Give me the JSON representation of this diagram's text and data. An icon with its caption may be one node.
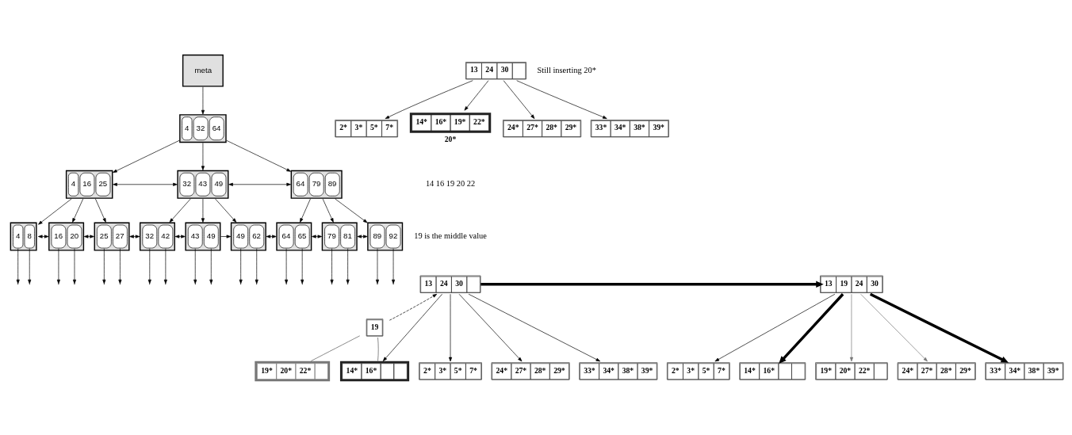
{
  "diagram": {
    "nodes": [
      {
        "text": [
          "meta"
        ]
      },
      {
        "text": [
          "4",
          "32",
          "64"
        ]
      },
      {
        "text": [
          "4",
          "16",
          "25"
        ]
      },
      {
        "text": [
          "32",
          "43",
          "49"
        ]
      },
      {
        "text": [
          "64",
          "79",
          "89"
        ]
      },
      {
        "text": [
          "4",
          "8"
        ]
      },
      {
        "text": [
          "16",
          "20"
        ]
      },
      {
        "text": [
          "25",
          "27"
        ]
      },
      {
        "text": [
          "32",
          "42"
        ]
      },
      {
        "text": [
          "43",
          "49"
        ]
      },
      {
        "text": [
          "49",
          "62"
        ]
      },
      {
        "text": [
          "64",
          "65"
        ]
      },
      {
        "text": [
          "79",
          "81"
        ]
      },
      {
        "text": [
          "89",
          "92"
        ]
      },
      {
        "text": [
          "13",
          "24",
          "30"
        ]
      },
      {
        "text": [
          "2*",
          "3*",
          "5*",
          "7*"
        ]
      },
      {
        "text": [
          "14*",
          "16*",
          "19*",
          "22*"
        ],
        "beside": [
          "20*"
        ]
      },
      {
        "text": [
          "24*",
          "27*",
          "28*",
          "29*"
        ]
      },
      {
        "text": [
          "33*",
          "34*",
          "38*",
          "39*"
        ]
      },
      {
        "text": [
          "13",
          "24",
          "30"
        ]
      },
      {
        "text": [
          "19"
        ]
      },
      {
        "text": [
          "2*",
          "3*",
          "5*",
          "7*"
        ]
      },
      {
        "text": [
          "14*",
          "16*"
        ]
      },
      {
        "text": [
          "19*",
          "20*",
          "22*"
        ]
      },
      {
        "text": [
          "24*",
          "27*",
          "28*",
          "29*"
        ]
      },
      {
        "text": [
          "33*",
          "34*",
          "38*",
          "39*"
        ]
      },
      {
        "text": [
          "13",
          "19",
          "24",
          "30"
        ]
      },
      {
        "text": [
          "2*",
          "3*",
          "5*",
          "7*"
        ]
      },
      {
        "text": [
          "14*",
          "16*"
        ]
      },
      {
        "text": [
          "19*",
          "20*",
          "22*"
        ]
      },
      {
        "text": [
          "24*",
          "27*",
          "28*",
          "29*"
        ]
      },
      {
        "text": [
          "33*",
          "34*",
          "38*",
          "39*"
        ]
      }
    ],
    "edges": [
      {
        "from": 0,
        "to": 1,
        "arrow": "to"
      },
      {
        "from": 1,
        "to": 2,
        "arrow": "to"
      },
      {
        "from": 1,
        "to": 3,
        "arrow": "to"
      },
      {
        "from": 1,
        "to": 4,
        "arrow": "to"
      },
      {
        "from": 2,
        "to": 3,
        "arrow": "both"
      },
      {
        "from": 3,
        "to": 4,
        "arrow": "both"
      },
      {
        "from": 2,
        "to": 5,
        "arrow": "to"
      },
      {
        "from": 2,
        "to": 6,
        "arrow": "to"
      },
      {
        "from": 2,
        "to": 7,
        "arrow": "to"
      },
      {
        "from": 3,
        "to": 8,
        "arrow": "to"
      },
      {
        "from": 3,
        "to": 9,
        "arrow": "to"
      },
      {
        "from": 3,
        "to": 10,
        "arrow": "to"
      },
      {
        "from": 4,
        "to": 11,
        "arrow": "to"
      },
      {
        "from": 4,
        "to": 12,
        "arrow": "to"
      },
      {
        "from": 4,
        "to": 13,
        "arrow": "to"
      },
      {
        "from": 5,
        "to": 6,
        "arrow": "both"
      },
      {
        "from": 6,
        "to": 7,
        "arrow": "both"
      },
      {
        "from": 7,
        "to": 8,
        "arrow": "both"
      },
      {
        "from": 8,
        "to": 9,
        "arrow": "both"
      },
      {
        "from": 9,
        "to": 10,
        "arrow": "to"
      },
      {
        "from": 10,
        "to": 11,
        "arrow": "both"
      },
      {
        "from": 11,
        "to": 12,
        "arrow": "both"
      },
      {
        "from": 12,
        "to": 13,
        "arrow": "both"
      },
      {
        "from": 5,
        "to": null,
        "arrow": "to"
      },
      {
        "from": 5,
        "to": null,
        "arrow": "to"
      },
      {
        "from": 6,
        "to": null,
        "arrow": "to"
      },
      {
        "from": 6,
        "to": null,
        "arrow": "to"
      },
      {
        "from": 7,
        "to": null,
        "arrow": "to"
      },
      {
        "from": 7,
        "to": null,
        "arrow": "to"
      },
      {
        "from": 8,
        "to": null,
        "arrow": "to"
      },
      {
        "from": 8,
        "to": null,
        "arrow": "to"
      },
      {
        "from": 9,
        "to": null,
        "arrow": "to"
      },
      {
        "from": 9,
        "to": null,
        "arrow": "to"
      },
      {
        "from": 10,
        "to": null,
        "arrow": "to"
      },
      {
        "from": 10,
        "to": null,
        "arrow": "to"
      },
      {
        "from": 11,
        "to": null,
        "arrow": "to"
      },
      {
        "from": 11,
        "to": null,
        "arrow": "to"
      },
      {
        "from": 12,
        "to": null,
        "arrow": "to"
      },
      {
        "from": 12,
        "to": null,
        "arrow": "to"
      },
      {
        "from": 13,
        "to": null,
        "arrow": "to"
      },
      {
        "from": 13,
        "to": null,
        "arrow": "to"
      },
      {
        "from": 14,
        "to": 15,
        "arrow": "to"
      },
      {
        "from": 14,
        "to": 16,
        "arrow": "to"
      },
      {
        "from": 14,
        "to": 17,
        "arrow": "to"
      },
      {
        "from": 14,
        "to": 18,
        "arrow": "to"
      },
      {
        "from": 19,
        "to": 21,
        "arrow": "to"
      },
      {
        "from": 19,
        "to": 22,
        "arrow": "to"
      },
      {
        "from": 19,
        "to": 24,
        "arrow": "to"
      },
      {
        "from": 19,
        "to": 25,
        "arrow": "to"
      },
      {
        "from": 20,
        "to": 19,
        "arrow": "to",
        "style": "dashed"
      },
      {
        "from": 20,
        "to": 22,
        "arrow": "none",
        "color": "#555555"
      },
      {
        "from": 20,
        "to": 23,
        "arrow": "none",
        "color": "#555555"
      },
      {
        "from": 19,
        "to": 26,
        "arrow": "to",
        "style": "thick"
      },
      {
        "from": 26,
        "to": 27,
        "arrow": "to"
      },
      {
        "from": 26,
        "to": 28,
        "arrow": "to",
        "style": "thick"
      },
      {
        "from": 26,
        "to": 29,
        "arrow": "to",
        "color": "#777777"
      },
      {
        "from": 26,
        "to": 30,
        "arrow": "to",
        "color": "#777777"
      },
      {
        "from": 26,
        "to": 31,
        "arrow": "to",
        "style": "thick"
      }
    ],
    "labels": [
      "Still inserting 20*",
      "14 16 19 20 22",
      "19 is the middle value"
    ]
  }
}
